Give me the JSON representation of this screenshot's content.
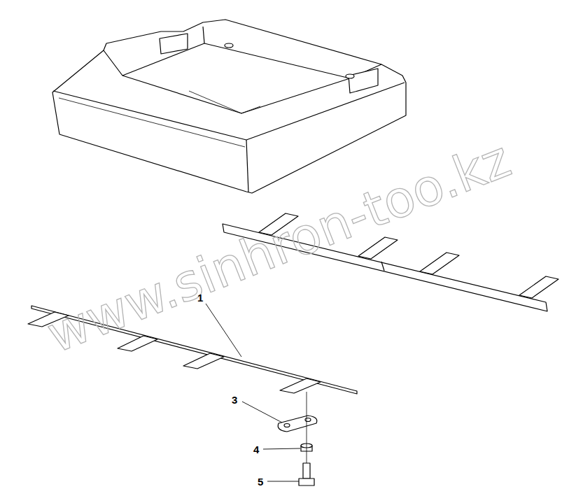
{
  "diagram": {
    "labels": [
      "www.sinhron-too.kz",
      "1",
      "3",
      "4",
      "5"
    ]
  }
}
